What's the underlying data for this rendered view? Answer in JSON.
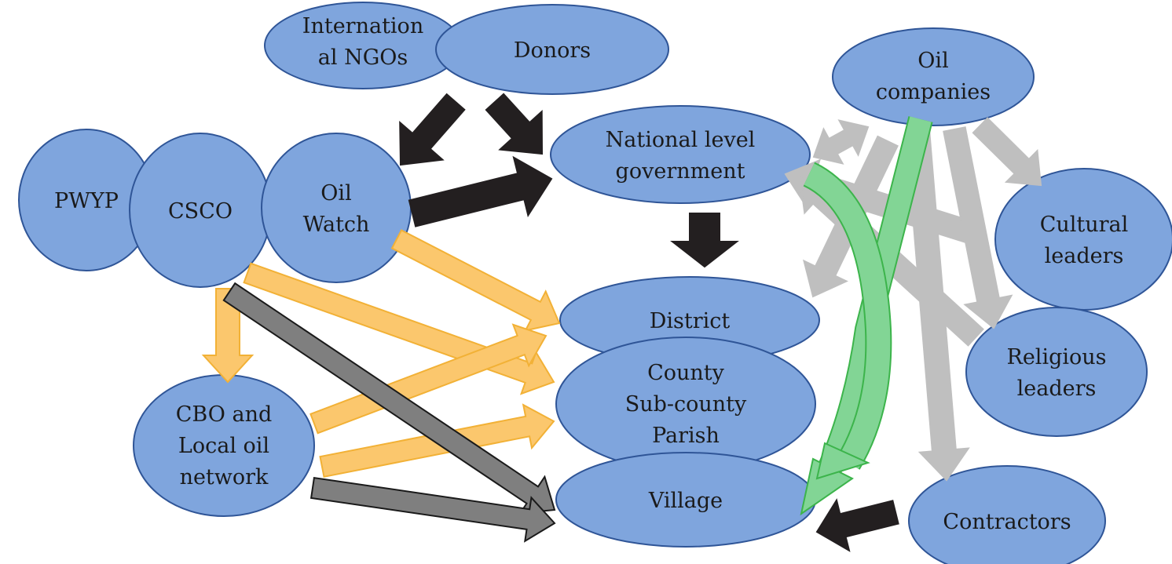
{
  "diagram": {
    "nodes": {
      "intl_ngos": [
        "Internation",
        "al NGOs"
      ],
      "donors": [
        "Donors"
      ],
      "oil_companies": [
        "Oil",
        "companies"
      ],
      "national_gov": [
        "National level",
        "government"
      ],
      "pwyp": [
        "PWYP"
      ],
      "csco": [
        "CSCO"
      ],
      "oil_watch": [
        "Oil",
        "Watch"
      ],
      "cultural_leaders": [
        "Cultural",
        "leaders"
      ],
      "district": [
        "District"
      ],
      "religious_leaders": [
        "Religious",
        "leaders"
      ],
      "county": [
        "County",
        "Sub-county",
        "Parish"
      ],
      "cbo": [
        "CBO and",
        "Local oil",
        "network"
      ],
      "village": [
        "Village"
      ],
      "contractors": [
        "Contractors"
      ]
    },
    "colors": {
      "node_fill": "#7fa5dd",
      "node_stroke": "#2f5597",
      "black_arrow": "#231f20",
      "orange_arrow": "#fbc76d",
      "dark_gray_arrow": "#7f7f7f",
      "gray_arrow": "#bfbfbf",
      "green_arrow": "#82d595"
    }
  }
}
